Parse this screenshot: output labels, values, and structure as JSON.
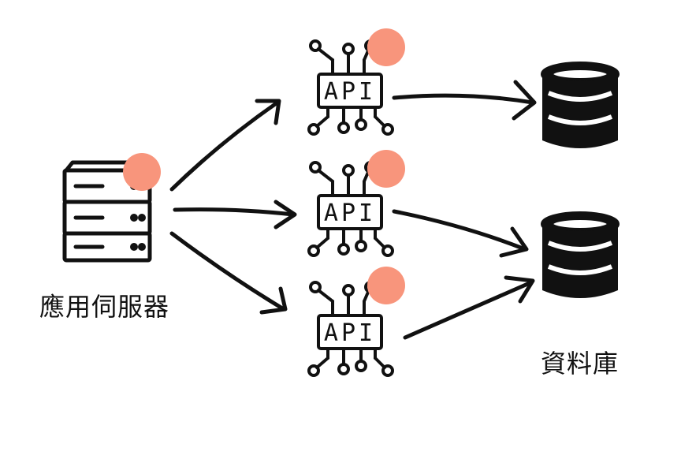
{
  "labels": {
    "server": "應用伺服器",
    "database": "資料庫",
    "api": "API"
  },
  "colors": {
    "ink": "#111111",
    "badge": "#f8957c",
    "background": "#ffffff"
  },
  "nodes": {
    "server": {
      "icon": "server-rack-icon",
      "badge": true
    },
    "apis": [
      {
        "icon": "api-chip-icon",
        "badge": true
      },
      {
        "icon": "api-chip-icon",
        "badge": true
      },
      {
        "icon": "api-chip-icon",
        "badge": true
      }
    ],
    "databases": [
      {
        "icon": "database-cylinder-icon"
      },
      {
        "icon": "database-cylinder-icon"
      }
    ]
  }
}
